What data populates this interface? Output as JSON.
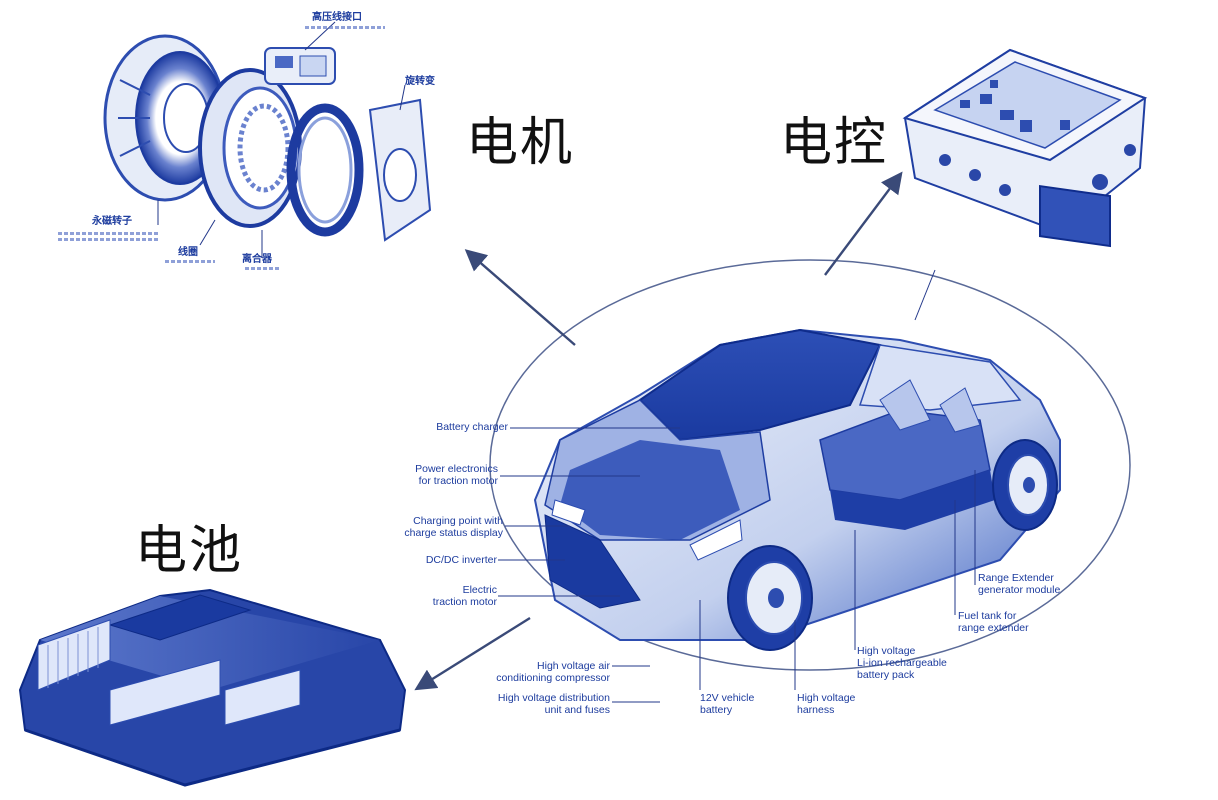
{
  "labels": {
    "motor": "电机",
    "controller": "电控",
    "battery": "电池"
  },
  "motor_parts": {
    "hv_interface": "高压线接口",
    "resolver": "旋转变",
    "rotor": "永磁转子",
    "stator": "线圈",
    "clutch": "离合器"
  },
  "car_callouts": {
    "battery_charger": "Battery charger",
    "power_electronics": [
      "Power electronics",
      "for traction motor"
    ],
    "charging_point": [
      "Charging point with",
      "charge status display"
    ],
    "dcdc": "DC/DC inverter",
    "traction_motor": [
      "Electric",
      "traction motor"
    ],
    "hv_ac": [
      "High voltage air",
      "conditioning compressor"
    ],
    "hv_distribution": [
      "High voltage distribution",
      "unit and fuses"
    ],
    "v12_battery": [
      "12V vehicle",
      "battery"
    ],
    "hv_harness": [
      "High voltage",
      "harness"
    ],
    "hv_liion": [
      "High voltage",
      "Li-ion rechargeable",
      "battery pack"
    ],
    "fuel_tank": [
      "Fuel tank for",
      "range extender"
    ],
    "range_extender": [
      "Range Extender",
      "generator module"
    ]
  },
  "colors": {
    "ink": "#1a3fa8",
    "light": "#c9d6f2",
    "mid": "#4a68c4",
    "dark": "#0d2a86",
    "arrow": "#3a4a78"
  }
}
